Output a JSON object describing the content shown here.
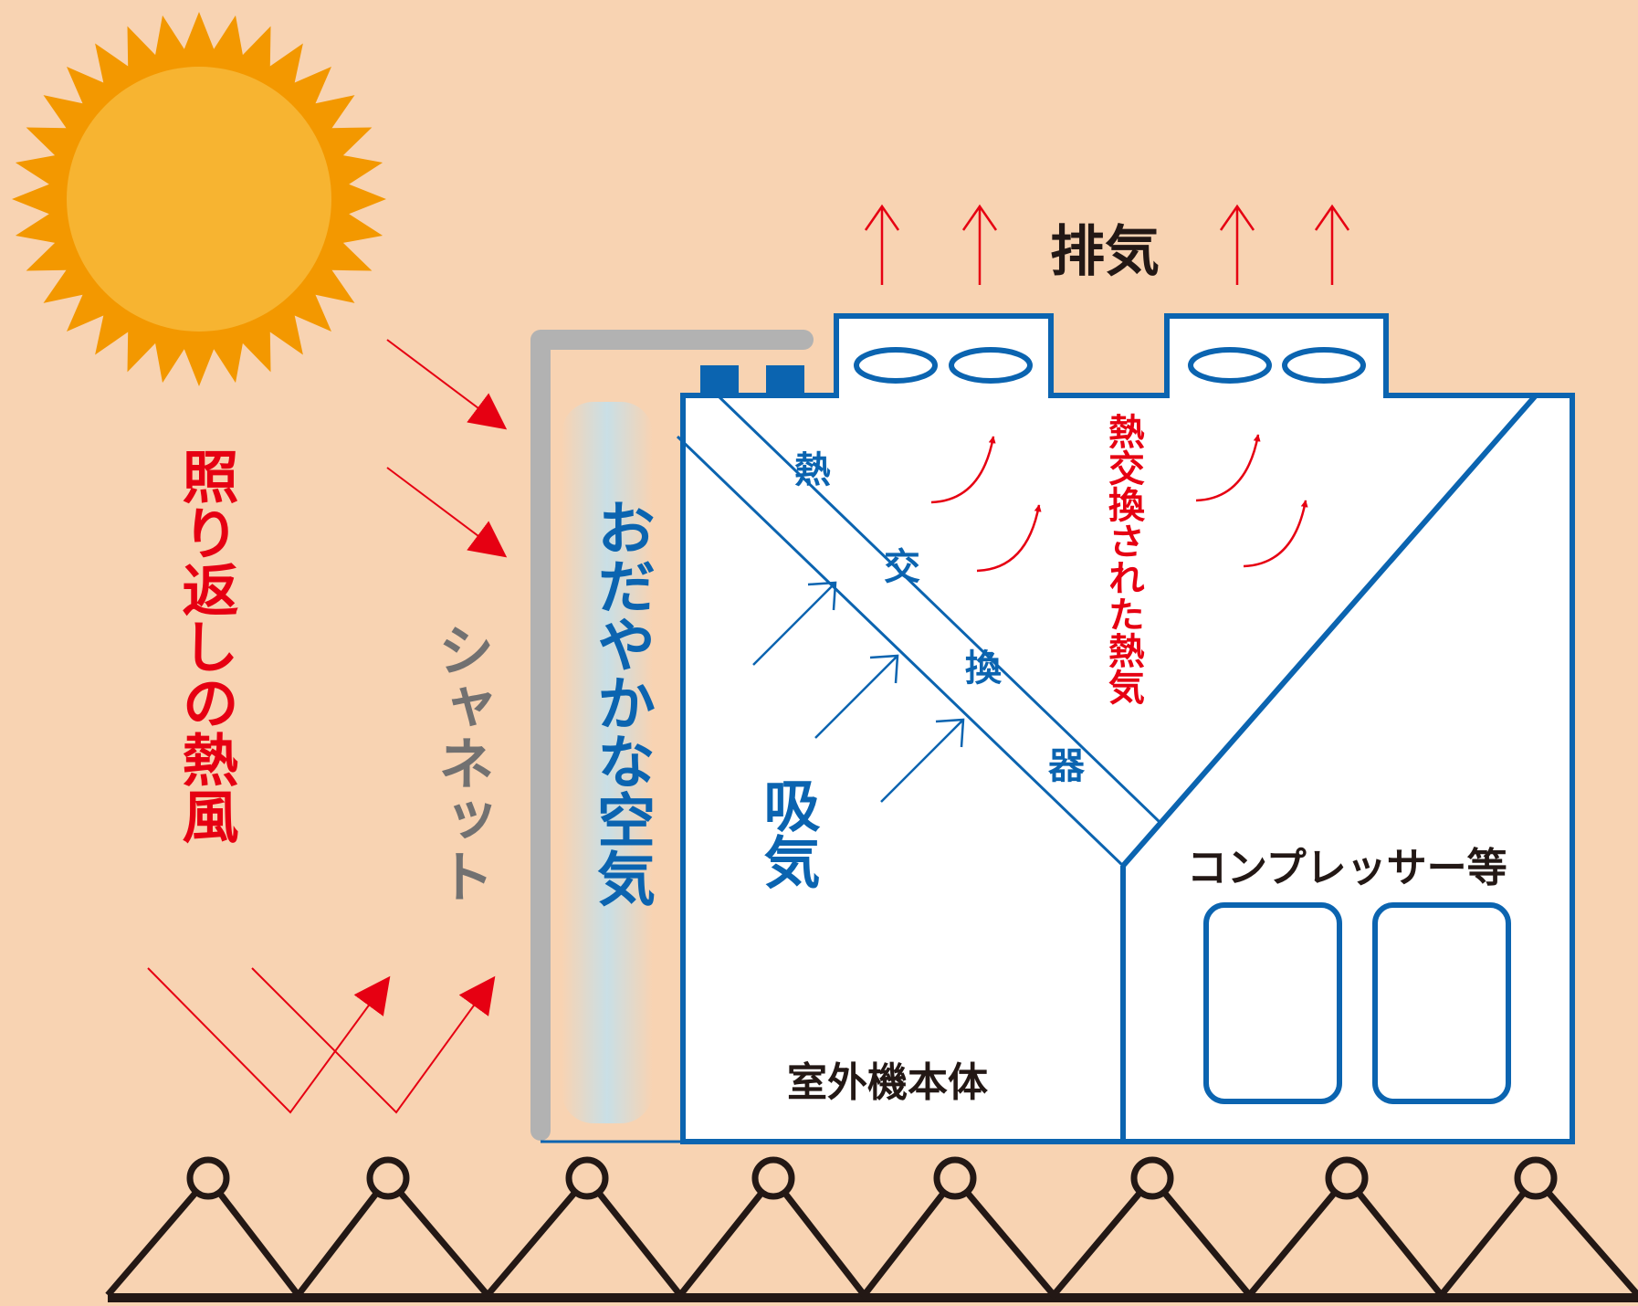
{
  "labels": {
    "heat_wind": "照り返しの熱風",
    "shade_net": "シャネット",
    "calm_air": "おだやかな空気",
    "exhaust": "排気",
    "intake": "吸気",
    "heat_exchanger": [
      "熱",
      "交",
      "換",
      "器"
    ],
    "exchanged_heat": "熱交換された熱気",
    "compressor": "コンプレッサー等",
    "unit_body": "室外機本体"
  },
  "colors": {
    "background": "#f8d3b2",
    "unit_blue": "#0b64b0",
    "heat_red": "#e60012",
    "sun_core": "#f7b431",
    "sun_rays": "#f39800",
    "net_gray": "#b2b2b2",
    "ground": "#231815",
    "label_gray": "#727171"
  }
}
